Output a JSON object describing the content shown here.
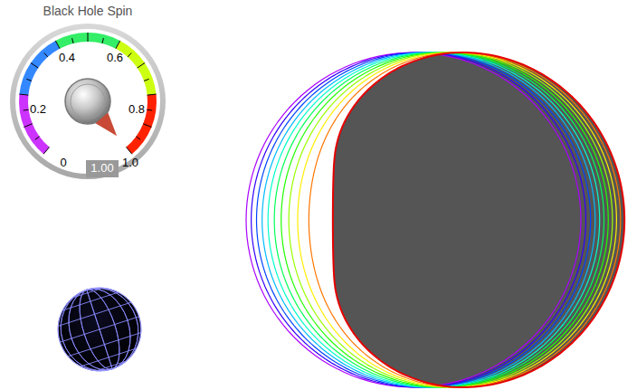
{
  "diagram": {
    "title": "Black Hole Spin",
    "labels": [
      "0",
      "0.2",
      "0.4",
      "0.6",
      "0.8",
      "1.0",
      "1.00"
    ]
  }
}
